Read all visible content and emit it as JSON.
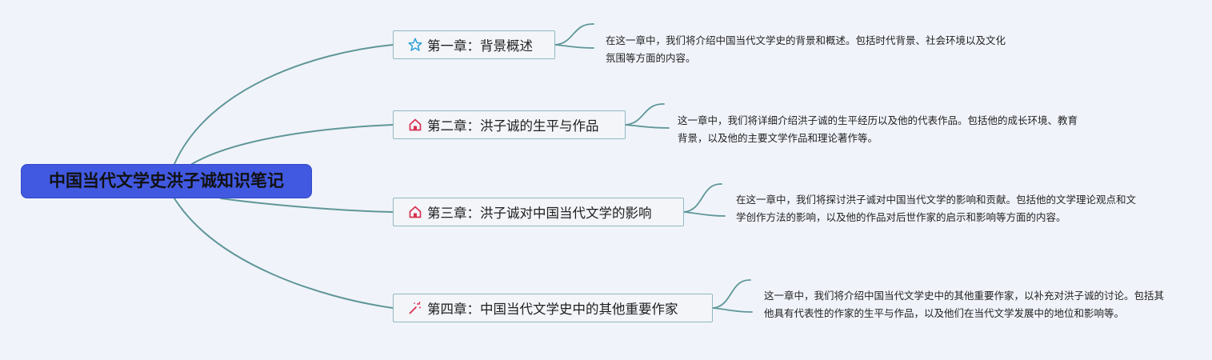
{
  "root": {
    "title": "中国当代文学史洪子诚知识笔记"
  },
  "colors": {
    "background": "#f1f3fb",
    "root_fill": "#4159e0",
    "topic_border": "#8fb9c0",
    "connector": "#5f9798",
    "star_icon": "#2a9fd8",
    "home_icon": "#d8304f",
    "wand_icon": "#d8304f"
  },
  "topics": [
    {
      "label": "第一章：背景概述",
      "icon": "star-icon",
      "note": "在这一章中，我们将介绍中国当代文学史的背景和概述。包括时代背景、社会环境以及文化氛围等方面的内容。"
    },
    {
      "label": "第二章：洪子诚的生平与作品",
      "icon": "home-icon",
      "note": "这一章中，我们将详细介绍洪子诚的生平经历以及他的代表作品。包括他的成长环境、教育背景，以及他的主要文学作品和理论著作等。"
    },
    {
      "label": "第三章：洪子诚对中国当代文学的影响",
      "icon": "home-icon",
      "note": "在这一章中，我们将探讨洪子诚对中国当代文学的影响和贡献。包括他的文学理论观点和文学创作方法的影响，以及他的作品对后世作家的启示和影响等方面的内容。"
    },
    {
      "label": "第四章：中国当代文学史中的其他重要作家",
      "icon": "magic-wand-icon",
      "note": "这一章中，我们将介绍中国当代文学史中的其他重要作家，以补充对洪子诚的讨论。包括其他具有代表性的作家的生平与作品，以及他们在当代文学发展中的地位和影响等。"
    }
  ]
}
